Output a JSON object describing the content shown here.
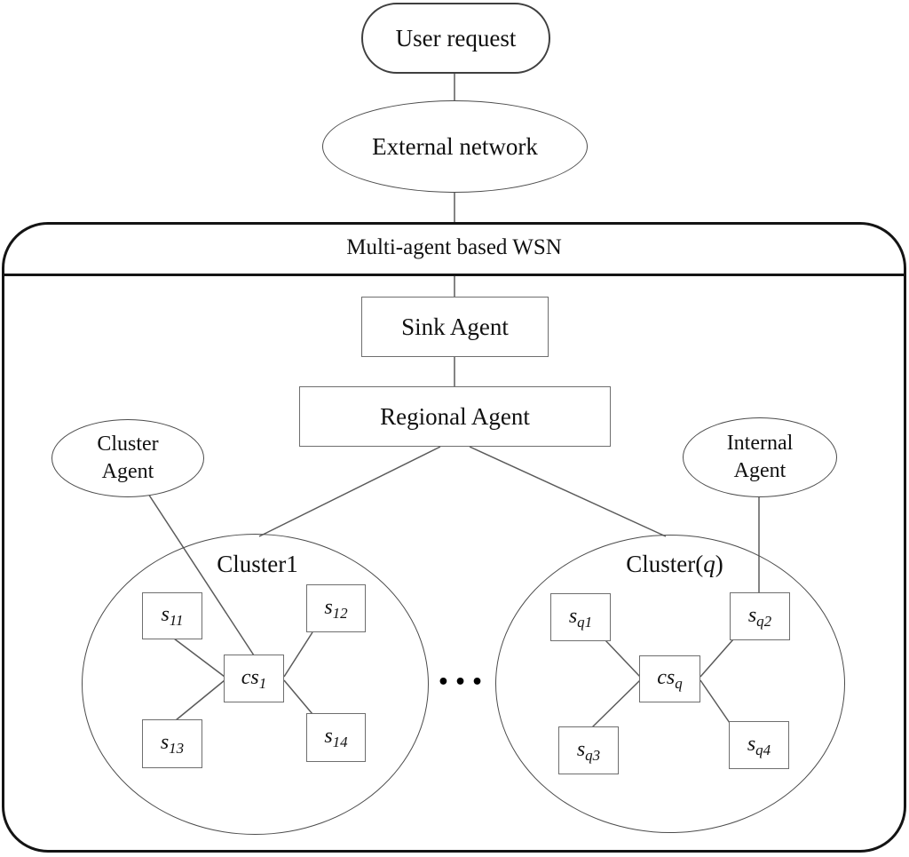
{
  "diagram": {
    "user_request_label": "User request",
    "external_network_label": "External network",
    "wsn_container": {
      "title": "Multi-agent based WSN",
      "sink_agent_label": "Sink Agent",
      "regional_agent_label": "Regional Agent"
    },
    "cluster_agent": {
      "line1": "Cluster",
      "line2": "Agent"
    },
    "internal_agent": {
      "line1": "Internal",
      "line2": "Agent"
    },
    "ellipsis_dots": "•••",
    "cluster1": {
      "title": "Cluster1",
      "center": {
        "base": "cs",
        "sub": "1"
      },
      "nodes": [
        {
          "base": "s",
          "sub": "11"
        },
        {
          "base": "s",
          "sub": "12"
        },
        {
          "base": "s",
          "sub": "13"
        },
        {
          "base": "s",
          "sub": "14"
        }
      ]
    },
    "cluster_q": {
      "title_prefix": "Cluster(",
      "title_var": "q",
      "title_suffix": ")",
      "center": {
        "base": "cs",
        "sub": "q"
      },
      "nodes": [
        {
          "base": "s",
          "sub": "q1"
        },
        {
          "base": "s",
          "sub": "q2"
        },
        {
          "base": "s",
          "sub": "q3"
        },
        {
          "base": "s",
          "sub": "q4"
        }
      ]
    },
    "colors": {
      "ink": "#000000",
      "connector": "#5a5a5a"
    }
  }
}
